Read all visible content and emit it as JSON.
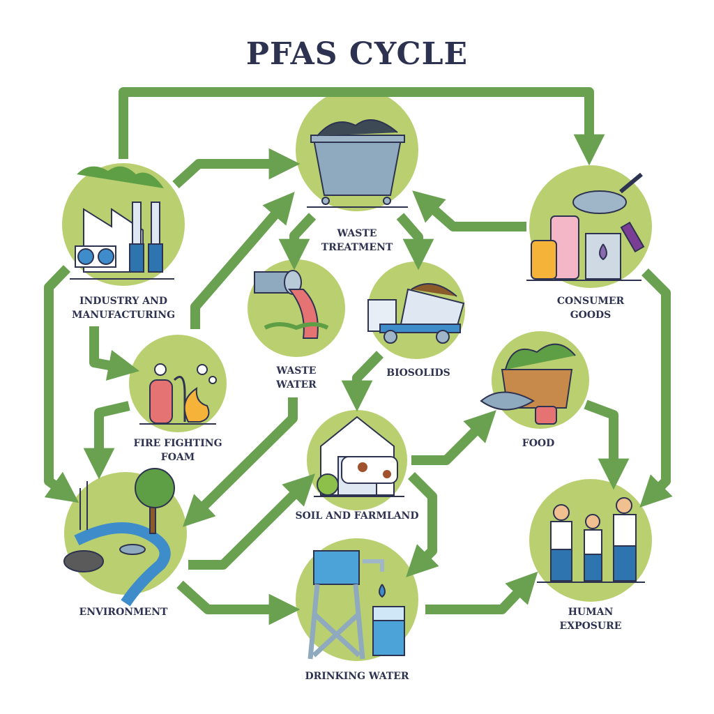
{
  "title": "PFAS CYCLE",
  "colors": {
    "arrow": "#69a150",
    "circle": "#b9cf70",
    "text": "#2d3250"
  },
  "nodes": {
    "industry": {
      "line1": "INDUSTRY AND",
      "line2": "MANUFACTURING",
      "icon": "factory-icon"
    },
    "waste_treatment": {
      "line1": "WASTE",
      "line2": "TREATMENT",
      "icon": "dumpster-icon"
    },
    "consumer_goods": {
      "line1": "CONSUMER",
      "line2": "GOODS",
      "icon": "pan-and-bottles-icon"
    },
    "waste_water": {
      "line1": "WASTE",
      "line2": "WATER",
      "icon": "pipe-outflow-icon"
    },
    "biosolids": {
      "line1": "BIOSOLIDS",
      "icon": "dump-truck-icon"
    },
    "fire_foam": {
      "line1": "FIRE FIGHTING",
      "line2": "FOAM",
      "icon": "fire-extinguisher-icon"
    },
    "food": {
      "line1": "FOOD",
      "icon": "food-basket-icon"
    },
    "soil": {
      "line1": "SOIL AND FARMLAND",
      "icon": "barn-cow-icon"
    },
    "environment": {
      "line1": "ENVIRONMENT",
      "icon": "river-nature-icon"
    },
    "drinking_water": {
      "line1": "DRINKING WATER",
      "icon": "water-tower-icon"
    },
    "human": {
      "line1": "HUMAN",
      "line2": "EXPOSURE",
      "icon": "family-icon"
    }
  }
}
